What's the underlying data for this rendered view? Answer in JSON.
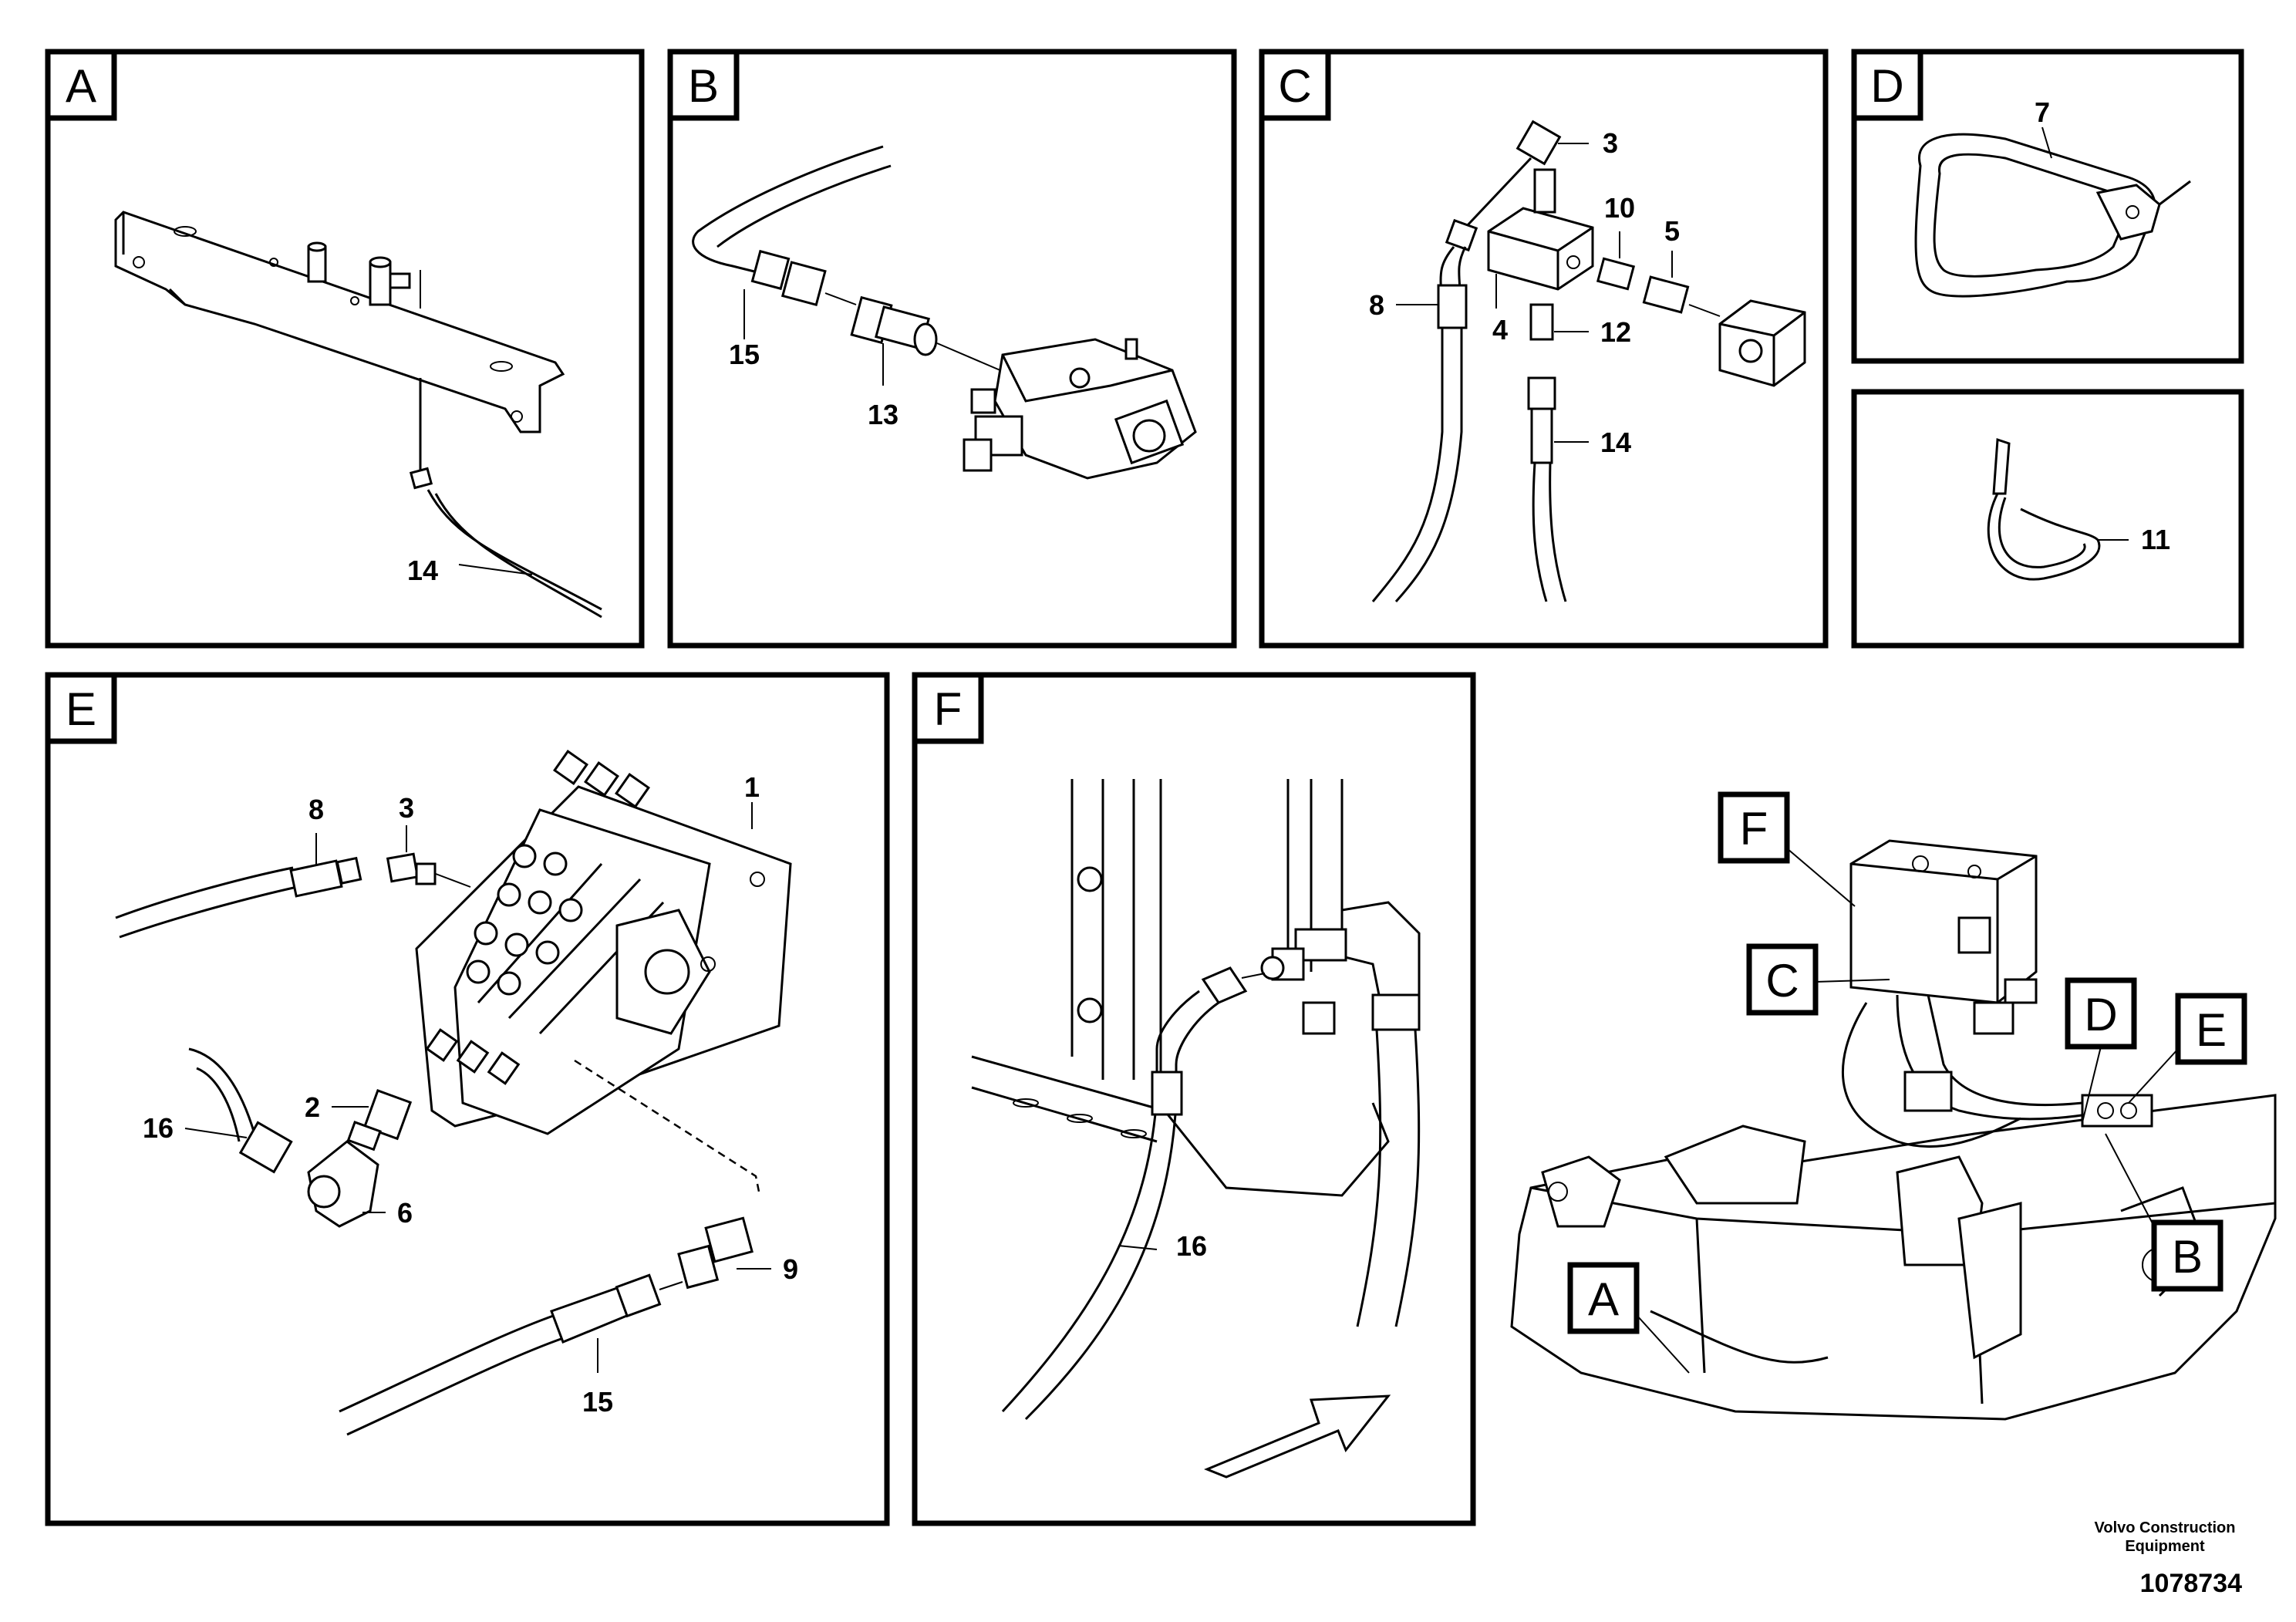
{
  "panels": {
    "A": {
      "letter": "A",
      "callouts": [
        "14"
      ]
    },
    "B": {
      "letter": "B",
      "callouts": [
        "15",
        "13"
      ]
    },
    "C": {
      "letter": "C",
      "callouts": [
        "3",
        "10",
        "5",
        "8",
        "4",
        "12",
        "14"
      ]
    },
    "D": {
      "letter": "D",
      "callouts": [
        "7"
      ]
    },
    "D2": {
      "callouts": [
        "11"
      ]
    },
    "E": {
      "letter": "E",
      "callouts": [
        "8",
        "3",
        "1",
        "2",
        "16",
        "6",
        "9",
        "15"
      ]
    },
    "F": {
      "letter": "F",
      "callouts": [
        "16"
      ]
    }
  },
  "overview": {
    "labels": [
      "F",
      "C",
      "D",
      "E",
      "B",
      "A"
    ]
  },
  "footer": {
    "brand": "Volvo Construction Equipment",
    "doc_number": "1078734"
  }
}
